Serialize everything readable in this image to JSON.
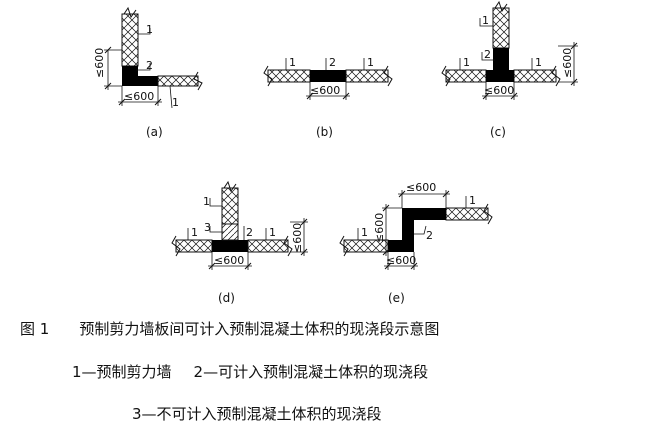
{
  "figure": {
    "caption_prefix": "图 1",
    "caption": "预制剪力墙板间可计入预制混凝土体积的现浇段示意图"
  },
  "legend": {
    "item1": "1—预制剪力墙",
    "item2": "2—可计入预制混凝土体积的现浇段",
    "item3": "3—不可计入预制混凝土体积的现浇段"
  },
  "diagrams": {
    "a": {
      "caption": "(a)",
      "dim_v": "≤600",
      "dim_h": "≤600",
      "label_1a": "1",
      "label_2": "2",
      "label_1b": "1"
    },
    "b": {
      "caption": "(b)",
      "dim_h": "≤600",
      "label_1a": "1",
      "label_2": "2",
      "label_1b": "1"
    },
    "c": {
      "caption": "(c)",
      "dim_v": "≤600",
      "dim_h": "≤600",
      "label_1a": "1",
      "label_2": "2",
      "label_1b": "1",
      "label_1c": "1"
    },
    "d": {
      "caption": "(d)",
      "dim_v": "≤600",
      "dim_h": "≤600",
      "label_1a": "1",
      "label_3": "3",
      "label_2": "2",
      "label_1b": "1",
      "label_1c": "1"
    },
    "e": {
      "caption": "(e)",
      "dim_top": "≤600",
      "dim_v": "≤600",
      "dim_h": "≤600",
      "label_1a": "1",
      "label_2": "2",
      "label_1b": "1"
    }
  },
  "colors": {
    "ink": "#111111",
    "background": "#ffffff"
  }
}
